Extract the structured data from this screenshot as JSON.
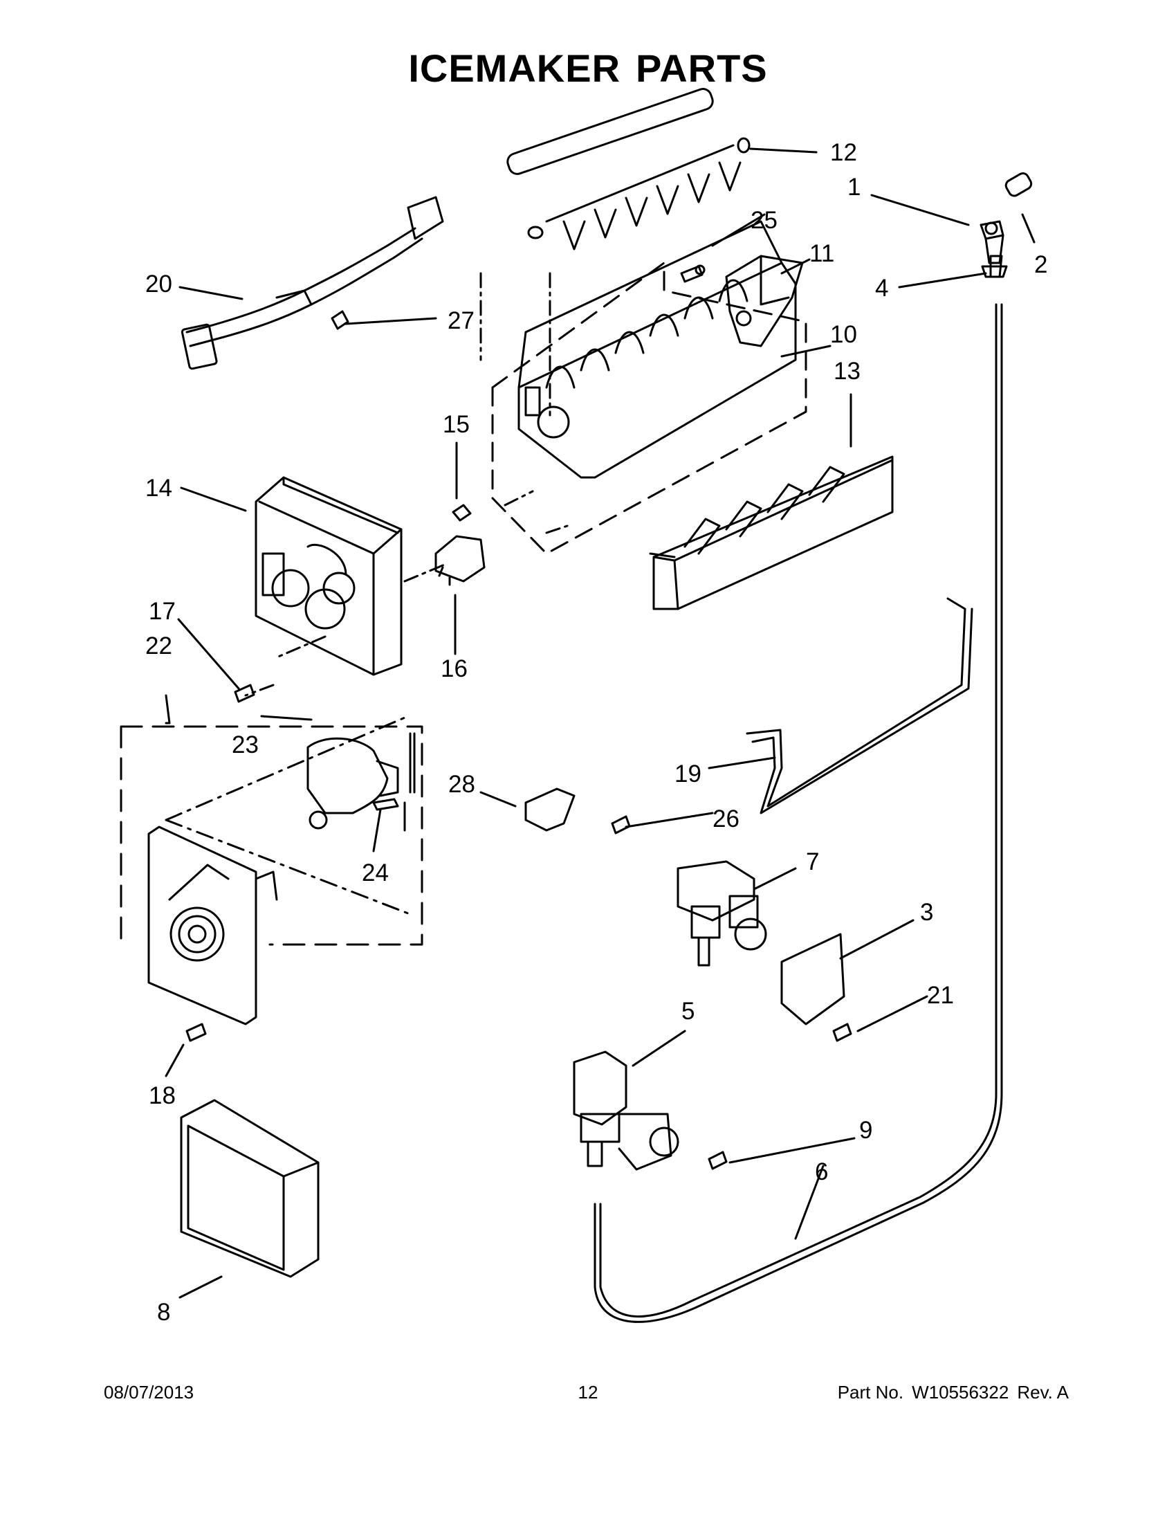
{
  "page": {
    "title_word1": "ICEMAKER",
    "title_word2": "PARTS"
  },
  "callouts": {
    "c1": "1",
    "c2": "2",
    "c3": "3",
    "c4": "4",
    "c5": "5",
    "c6": "6",
    "c7": "7",
    "c8": "8",
    "c9": "9",
    "c10": "10",
    "c11": "11",
    "c12": "12",
    "c13": "13",
    "c14": "14",
    "c15": "15",
    "c16": "16",
    "c17": "17",
    "c18": "18",
    "c19": "19",
    "c20": "20",
    "c21": "21",
    "c22": "22",
    "c23": "23",
    "c24": "24",
    "c25": "25",
    "c26": "26",
    "c27": "27",
    "c28": "28"
  },
  "footer": {
    "date": "08/07/2013",
    "page_number": "12",
    "part_label": "Part No.",
    "part_number": "W10556322",
    "revision": "Rev.  A"
  },
  "colors": {
    "ink": "#000000",
    "paper": "#ffffff",
    "shade": "#cccccc"
  }
}
